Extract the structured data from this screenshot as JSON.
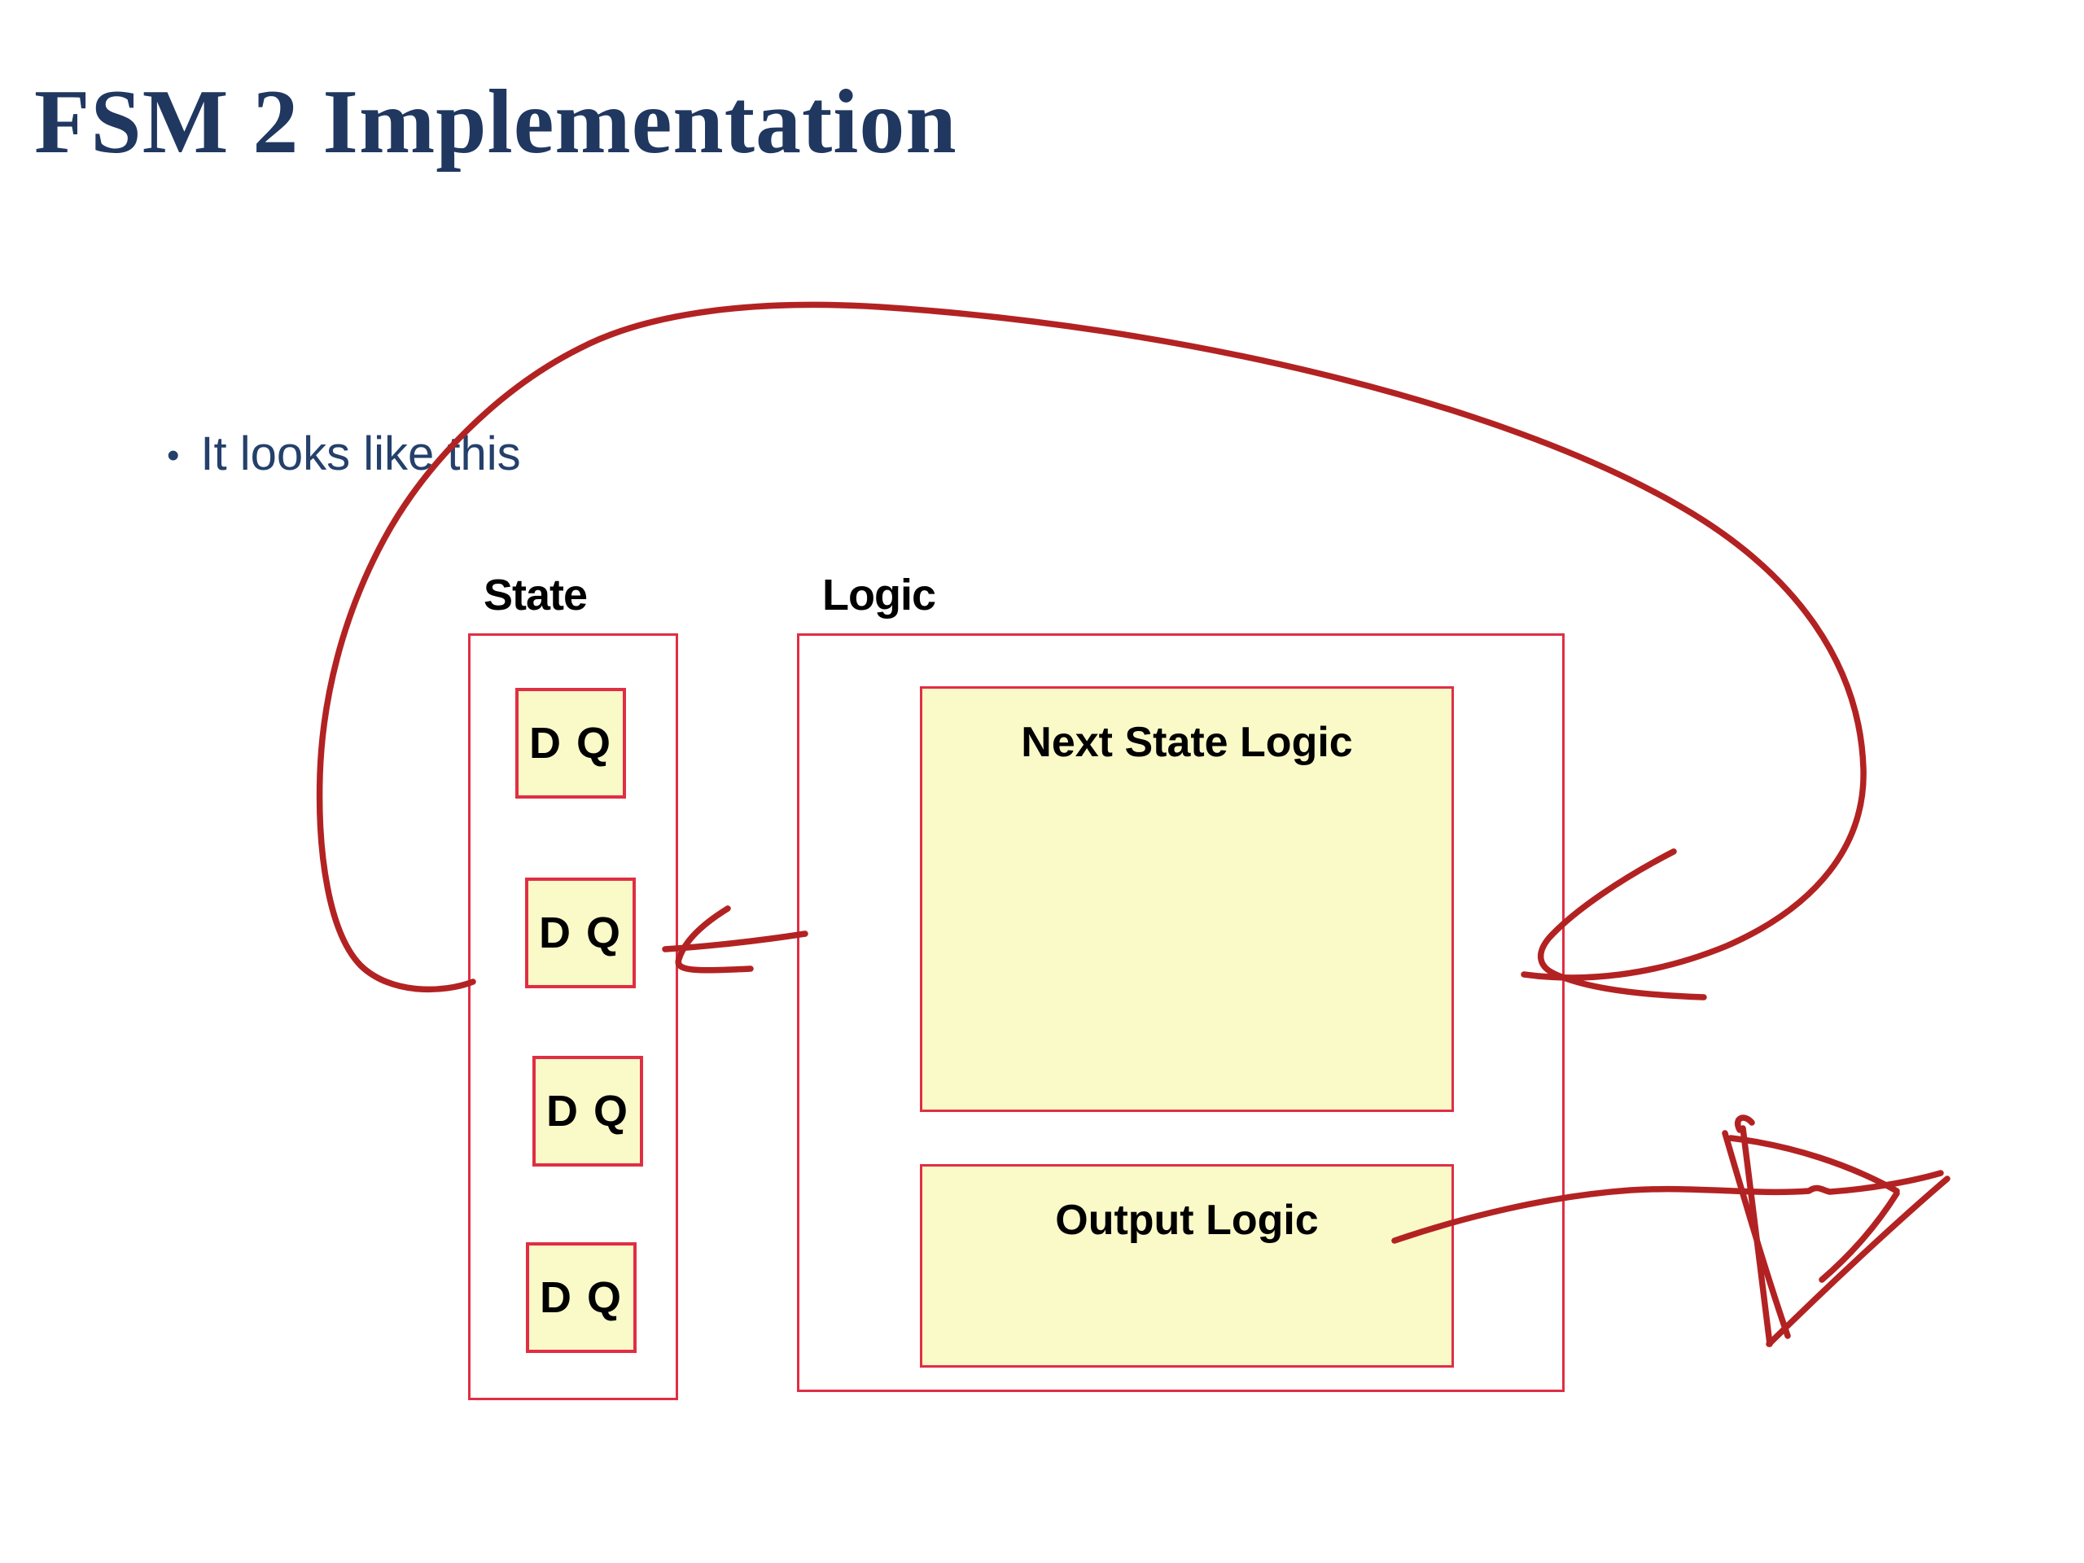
{
  "slide": {
    "title": "FSM 2 Implementation",
    "bullet": {
      "marker": "•",
      "text": "It looks like this"
    }
  },
  "diagram": {
    "state": {
      "label": "State",
      "flip_flops": [
        {
          "label": "D Q"
        },
        {
          "label": "D Q"
        },
        {
          "label": "D Q"
        },
        {
          "label": "D Q"
        }
      ]
    },
    "logic": {
      "label": "Logic",
      "blocks": [
        {
          "label": "Next State Logic"
        },
        {
          "label": "Output Logic"
        }
      ]
    }
  },
  "annotations": {
    "marks": [
      "feedback-loop-curve",
      "state-input-arrow",
      "logic-input-arrowhead",
      "output-arrow-tail",
      "scribbled-triangle-arrowhead"
    ]
  },
  "colors": {
    "background": "#FFFFFF",
    "title_text": "#203760",
    "body_text": "#24406B",
    "diagram_label_text": "#000000",
    "box_border": "#E02E44",
    "box_fill": "#FAFAC8",
    "annotation_ink": "#B32222"
  }
}
